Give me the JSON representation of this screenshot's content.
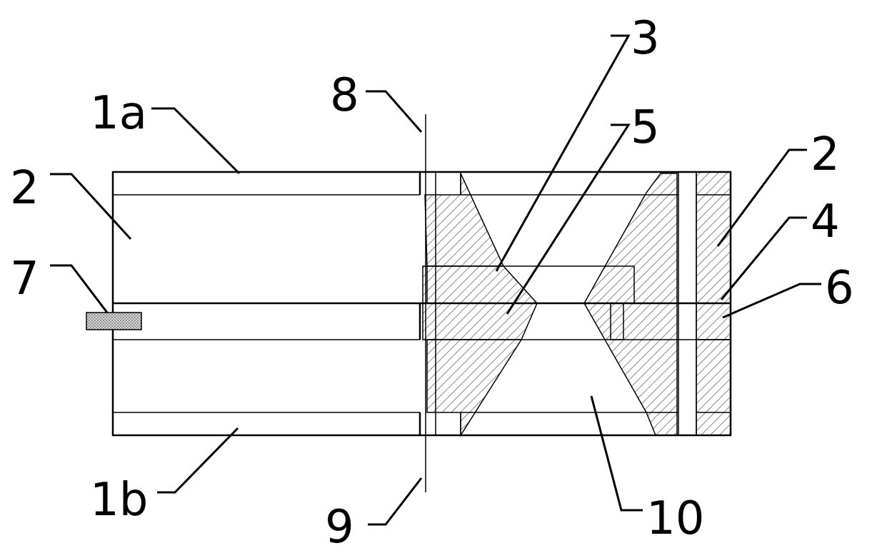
{
  "labels": {
    "l_1a": "1a",
    "l_1b": "1b",
    "l_2_left": "2",
    "l_2_right": "2",
    "l_3": "3",
    "l_4": "4",
    "l_5": "5",
    "l_6": "6",
    "l_7": "7",
    "l_8": "8",
    "l_9": "9",
    "l_10": "10"
  },
  "colors": {
    "line": "#000000",
    "background": "#ffffff",
    "hatch": "#555555"
  }
}
